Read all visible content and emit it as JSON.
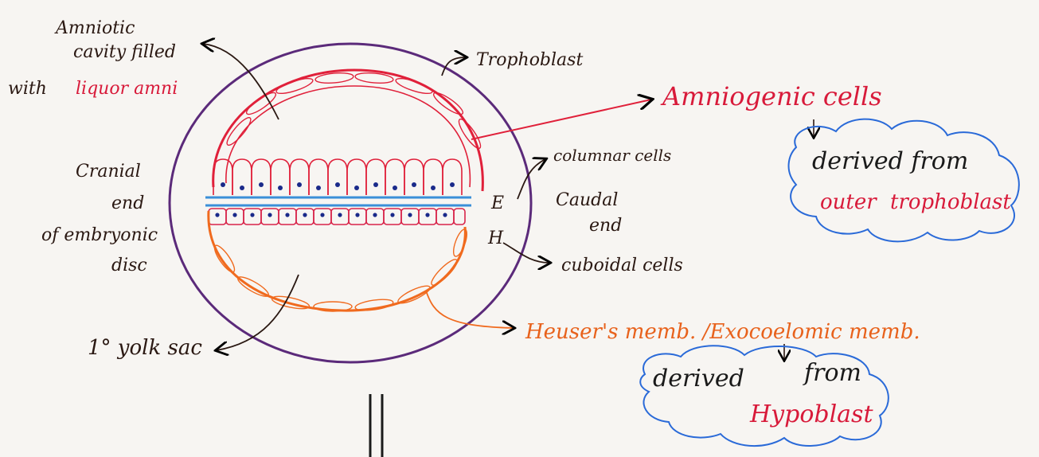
{
  "labels": {
    "amniotic_line1": "Amniotic",
    "amniotic_line2": "cavity filled",
    "amniotic_line3a": "with",
    "amniotic_line3b": "liquor amni",
    "trophoblast": "Trophoblast",
    "amniogenic": "Amniogenic cells",
    "derived_from_1": "derived from",
    "outer_word": "outer",
    "trophoblast_2": "trophoblast",
    "columnar": "columnar cells",
    "e_letter": "E",
    "h_letter": "H",
    "caudal_1": "Caudal",
    "caudal_2": "end",
    "cuboidal": "cuboidal cells",
    "cranial_1": "Cranial",
    "cranial_2": "end",
    "cranial_3": "of embryonic",
    "cranial_4": "disc",
    "yolk_sac": "1° yolk sac",
    "heuser": "Heuser's memb. /Exocoelomic memb.",
    "derived_from_2a": "derived",
    "derived_from_2b": "from",
    "hypoblast": "Hypoblast"
  },
  "colors": {
    "trophoblast": "#5b2a7a",
    "amnion": "#e0203a",
    "epiblast_layer": "#3a8fd8",
    "hypoblast_cells": "#d8244a",
    "heuser": "#f06a1e",
    "text_dark": "#2a1812",
    "text_red": "#d81a3a",
    "text_orange": "#e8621c",
    "cloud": "#2a6ad8",
    "nucleus": "#1a2a8a"
  }
}
